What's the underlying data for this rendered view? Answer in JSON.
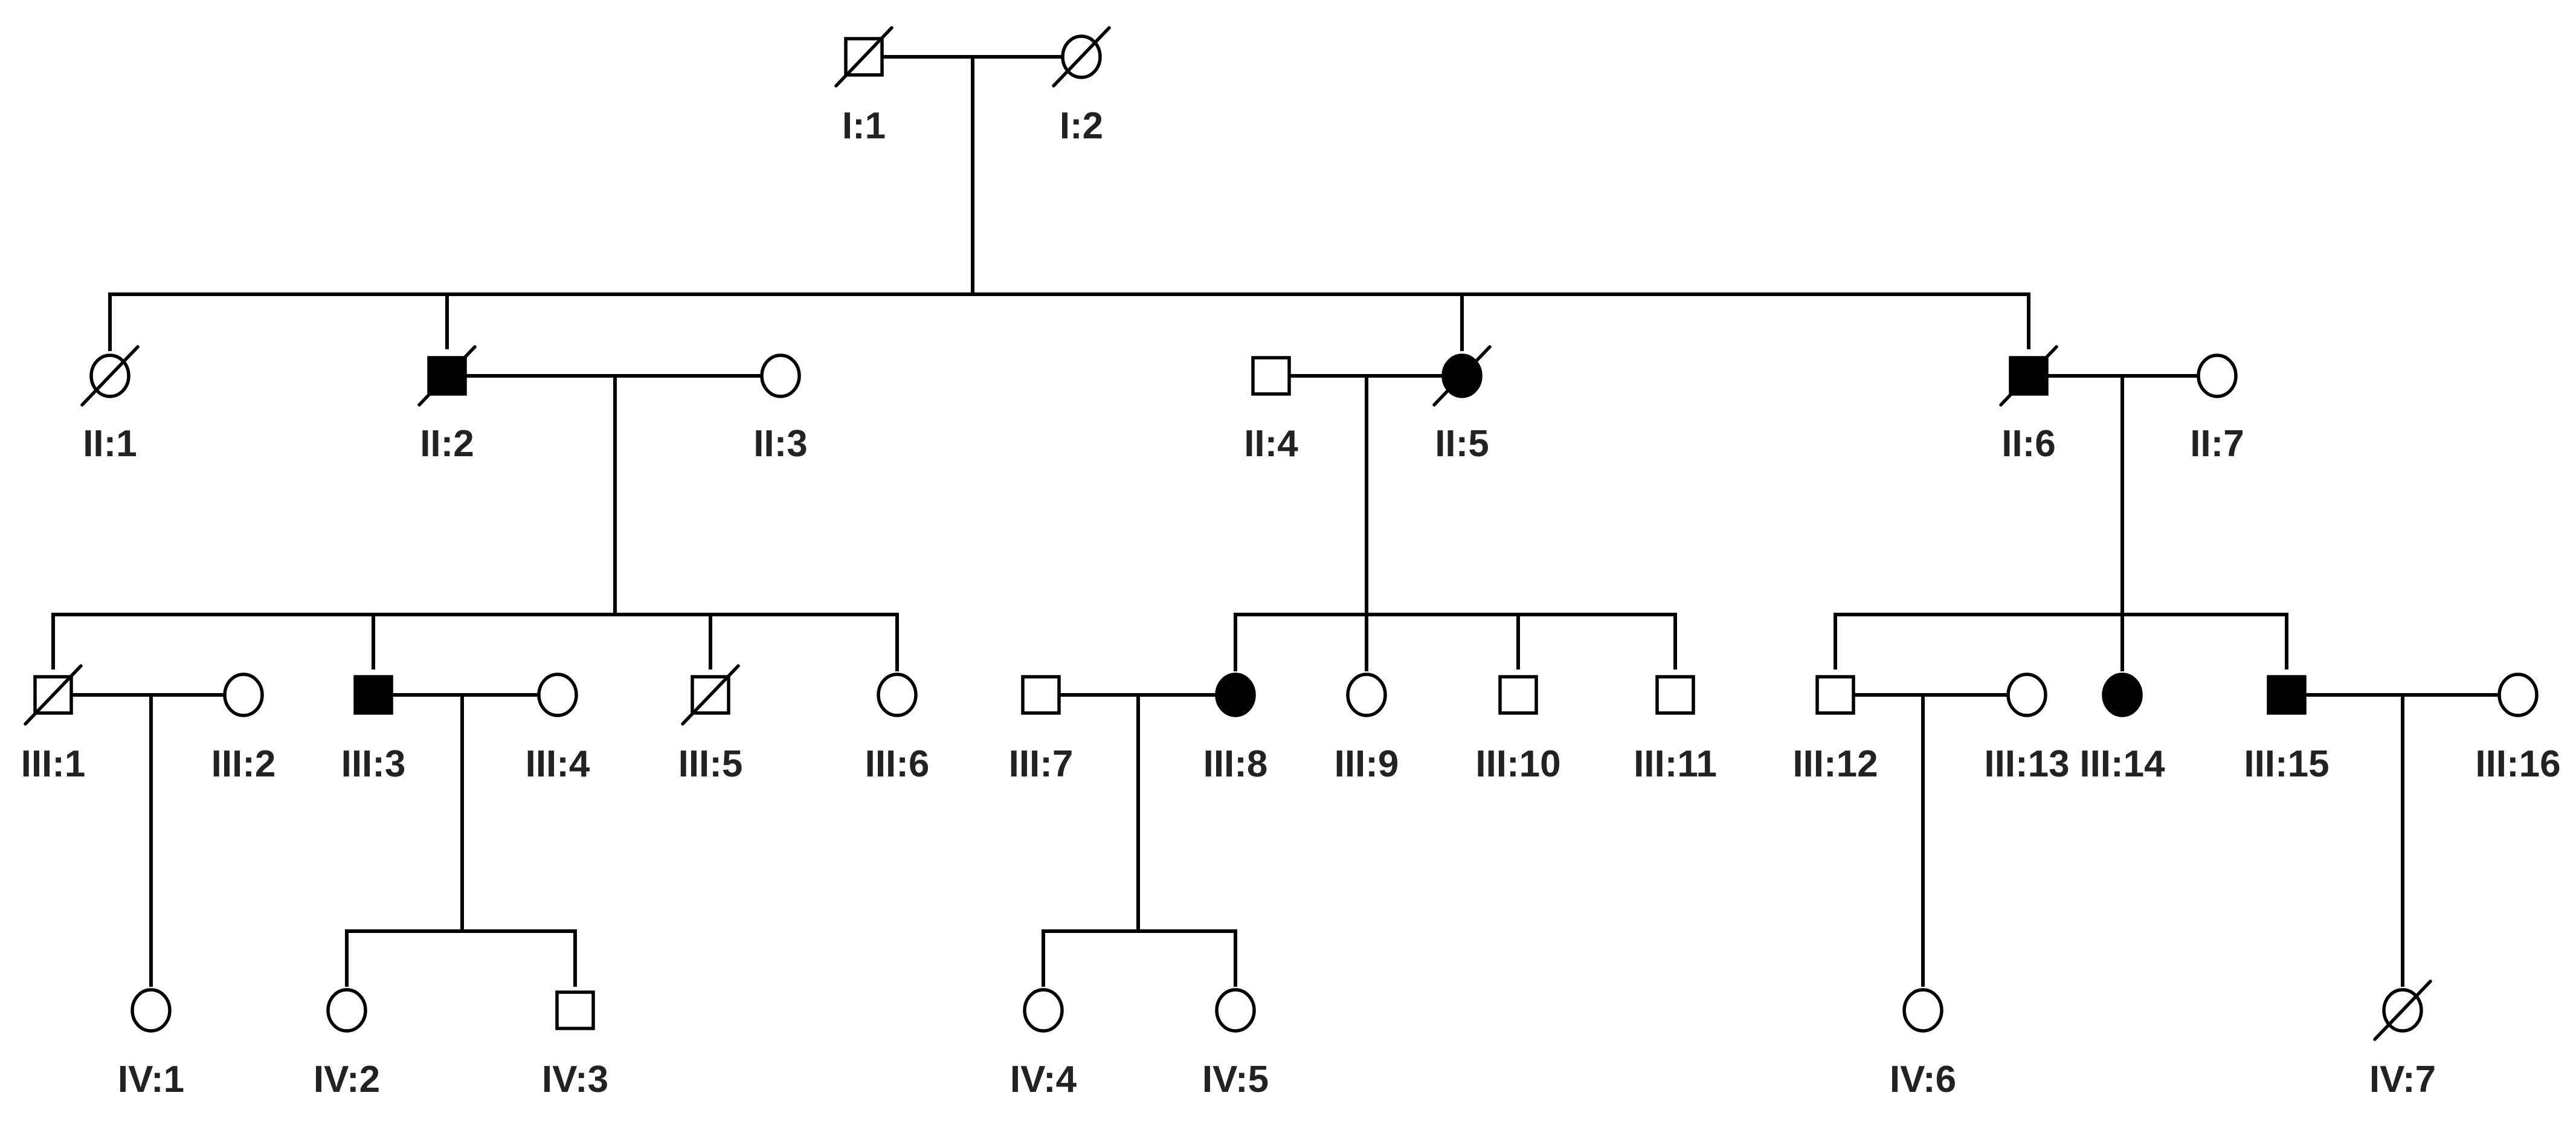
{
  "colors": {
    "affected": "#000000",
    "unaffected": "#ffffff",
    "line": "#000000",
    "label": "#222222"
  },
  "legend_of_symbols": {
    "square": "male",
    "circle": "female",
    "filled": "affected",
    "slash": "deceased"
  },
  "individuals": [
    {
      "id": "I:1",
      "label": "I:1",
      "sex": "male",
      "affected": false,
      "deceased": true
    },
    {
      "id": "I:2",
      "label": "I:2",
      "sex": "female",
      "affected": false,
      "deceased": true
    },
    {
      "id": "II:1",
      "label": "II:1",
      "sex": "female",
      "affected": false,
      "deceased": true
    },
    {
      "id": "II:2",
      "label": "II:2",
      "sex": "male",
      "affected": true,
      "deceased": true
    },
    {
      "id": "II:3",
      "label": "II:3",
      "sex": "female",
      "affected": false,
      "deceased": false
    },
    {
      "id": "II:4",
      "label": "II:4",
      "sex": "male",
      "affected": false,
      "deceased": false
    },
    {
      "id": "II:5",
      "label": "II:5",
      "sex": "female",
      "affected": true,
      "deceased": true
    },
    {
      "id": "II:6",
      "label": "II:6",
      "sex": "male",
      "affected": true,
      "deceased": true
    },
    {
      "id": "II:7",
      "label": "II:7",
      "sex": "female",
      "affected": false,
      "deceased": false
    },
    {
      "id": "III:1",
      "label": "III:1",
      "sex": "male",
      "affected": false,
      "deceased": true
    },
    {
      "id": "III:2",
      "label": "III:2",
      "sex": "female",
      "affected": false,
      "deceased": false
    },
    {
      "id": "III:3",
      "label": "III:3",
      "sex": "male",
      "affected": true,
      "deceased": false
    },
    {
      "id": "III:4",
      "label": "III:4",
      "sex": "female",
      "affected": false,
      "deceased": false
    },
    {
      "id": "III:5",
      "label": "III:5",
      "sex": "male",
      "affected": false,
      "deceased": true
    },
    {
      "id": "III:6",
      "label": "III:6",
      "sex": "female",
      "affected": false,
      "deceased": false
    },
    {
      "id": "III:7",
      "label": "III:7",
      "sex": "male",
      "affected": false,
      "deceased": false
    },
    {
      "id": "III:8",
      "label": "III:8",
      "sex": "female",
      "affected": true,
      "deceased": false
    },
    {
      "id": "III:9",
      "label": "III:9",
      "sex": "female",
      "affected": false,
      "deceased": false
    },
    {
      "id": "III:10",
      "label": "III:10",
      "sex": "male",
      "affected": false,
      "deceased": false
    },
    {
      "id": "III:11",
      "label": "III:11",
      "sex": "male",
      "affected": false,
      "deceased": false
    },
    {
      "id": "III:12",
      "label": "III:12",
      "sex": "male",
      "affected": false,
      "deceased": false
    },
    {
      "id": "III:13",
      "label": "III:13",
      "sex": "female",
      "affected": false,
      "deceased": false
    },
    {
      "id": "III:14",
      "label": "III:14",
      "sex": "female",
      "affected": true,
      "deceased": false
    },
    {
      "id": "III:15",
      "label": "III:15",
      "sex": "male",
      "affected": true,
      "deceased": false
    },
    {
      "id": "III:16",
      "label": "III:16",
      "sex": "female",
      "affected": false,
      "deceased": false
    },
    {
      "id": "IV:1",
      "label": "IV:1",
      "sex": "female",
      "affected": false,
      "deceased": false
    },
    {
      "id": "IV:2",
      "label": "IV:2",
      "sex": "female",
      "affected": false,
      "deceased": false
    },
    {
      "id": "IV:3",
      "label": "IV:3",
      "sex": "male",
      "affected": false,
      "deceased": false
    },
    {
      "id": "IV:4",
      "label": "IV:4",
      "sex": "female",
      "affected": false,
      "deceased": false
    },
    {
      "id": "IV:5",
      "label": "IV:5",
      "sex": "female",
      "affected": false,
      "deceased": false
    },
    {
      "id": "IV:6",
      "label": "IV:6",
      "sex": "female",
      "affected": false,
      "deceased": false
    },
    {
      "id": "IV:7",
      "label": "IV:7",
      "sex": "female",
      "affected": false,
      "deceased": true
    }
  ],
  "couples": [
    {
      "id": "c1",
      "partners": [
        "I:1",
        "I:2"
      ],
      "children": [
        "II:1",
        "II:2",
        "II:5",
        "II:6"
      ]
    },
    {
      "id": "c2",
      "partners": [
        "II:2",
        "II:3"
      ],
      "children": [
        "III:1",
        "III:3",
        "III:5",
        "III:6"
      ]
    },
    {
      "id": "c3",
      "partners": [
        "II:4",
        "II:5"
      ],
      "children": [
        "III:8",
        "III:9",
        "III:10",
        "III:11"
      ]
    },
    {
      "id": "c4",
      "partners": [
        "II:6",
        "II:7"
      ],
      "children": [
        "III:12",
        "III:14",
        "III:15"
      ]
    },
    {
      "id": "c5",
      "partners": [
        "III:1",
        "III:2"
      ],
      "children": [
        "IV:1"
      ]
    },
    {
      "id": "c6",
      "partners": [
        "III:3",
        "III:4"
      ],
      "children": [
        "IV:2",
        "IV:3"
      ]
    },
    {
      "id": "c7",
      "partners": [
        "III:7",
        "III:8"
      ],
      "children": [
        "IV:4",
        "IV:5"
      ]
    },
    {
      "id": "c8",
      "partners": [
        "III:12",
        "III:13"
      ],
      "children": [
        "IV:6"
      ]
    },
    {
      "id": "c9",
      "partners": [
        "III:15",
        "III:16"
      ],
      "children": [
        "IV:7"
      ]
    }
  ]
}
